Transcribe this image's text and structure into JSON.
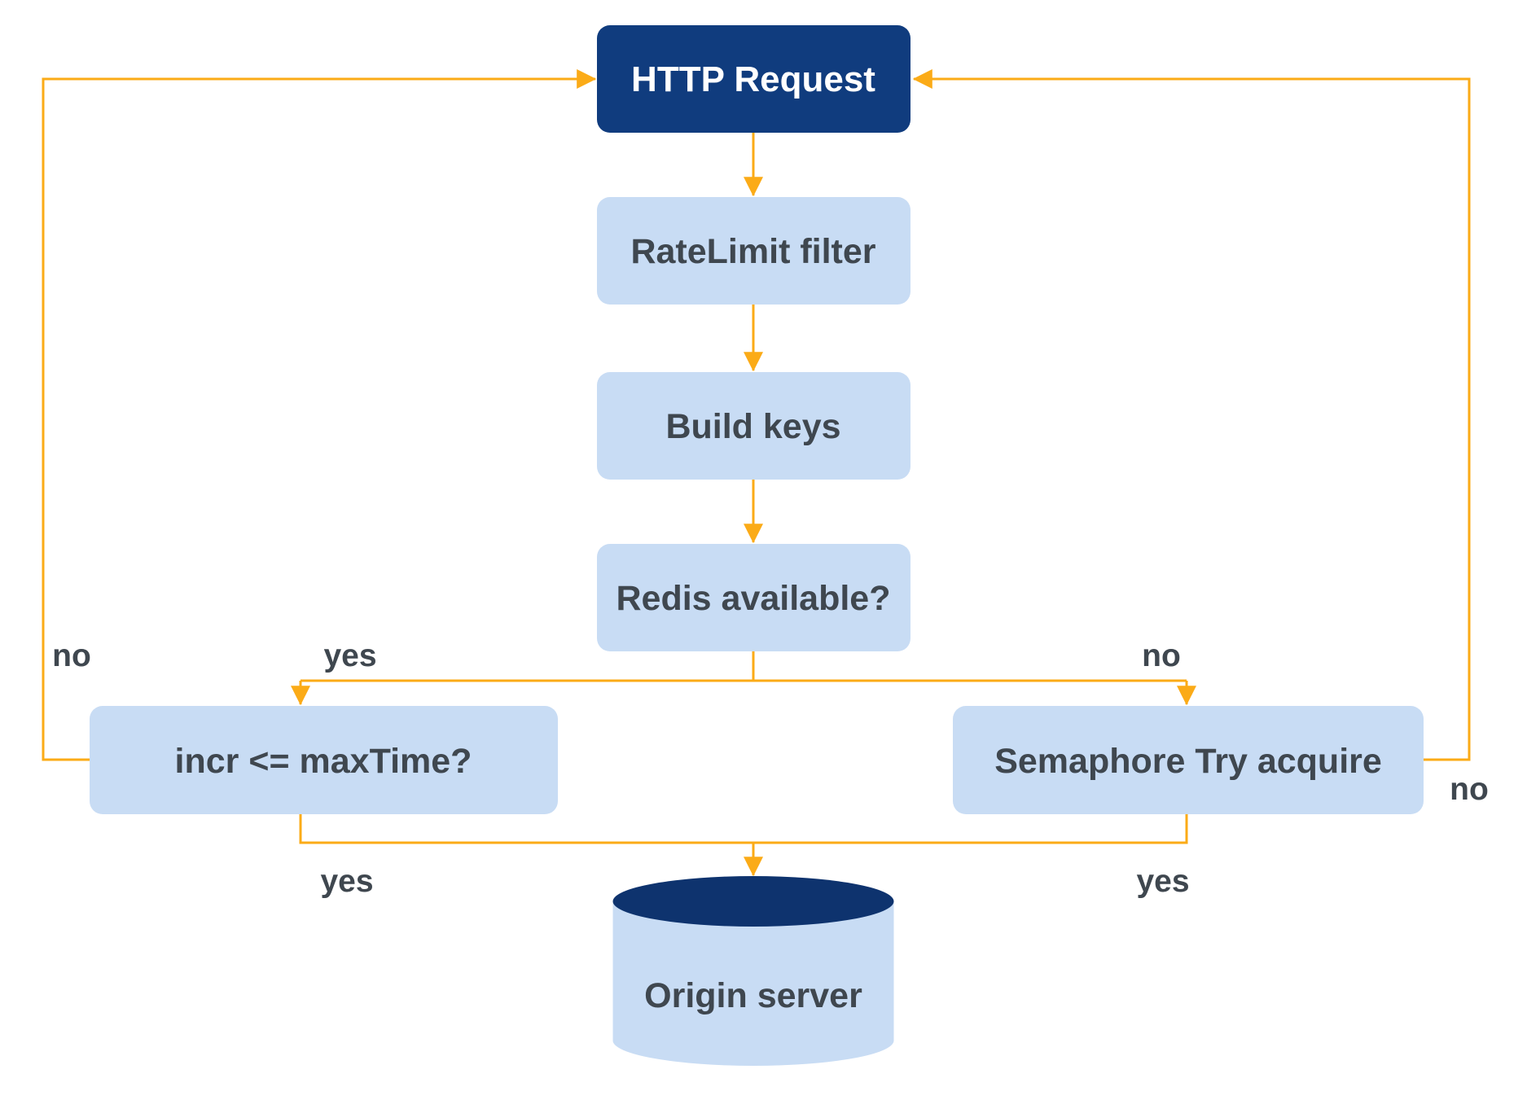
{
  "diagram": {
    "nodes": {
      "http_request": {
        "label": "HTTP Request",
        "shape": "rect-dark"
      },
      "ratelimit": {
        "label": "RateLimit filter",
        "shape": "rect-light"
      },
      "build_keys": {
        "label": "Build keys",
        "shape": "rect-light"
      },
      "redis_available": {
        "label": "Redis available?",
        "shape": "rect-light"
      },
      "incr_maxtime": {
        "label": "incr <= maxTime?",
        "shape": "rect-light"
      },
      "semaphore": {
        "label": "Semaphore Try acquire",
        "shape": "rect-light"
      },
      "origin_server": {
        "label": "Origin server",
        "shape": "cylinder"
      }
    },
    "edge_labels": {
      "redis_yes": "yes",
      "redis_no": "no",
      "incr_no": "no",
      "incr_yes": "yes",
      "semaphore_yes": "yes",
      "semaphore_no": "no"
    },
    "colors": {
      "node_dark_navy": "#103c7e",
      "cylinder_top_navy": "#0e336e",
      "node_light_blue": "#c8dcf4",
      "arrow_orange": "#fbab17",
      "text_dark": "#3f474f",
      "text_light": "#ffffff",
      "background": "#ffffff"
    }
  }
}
